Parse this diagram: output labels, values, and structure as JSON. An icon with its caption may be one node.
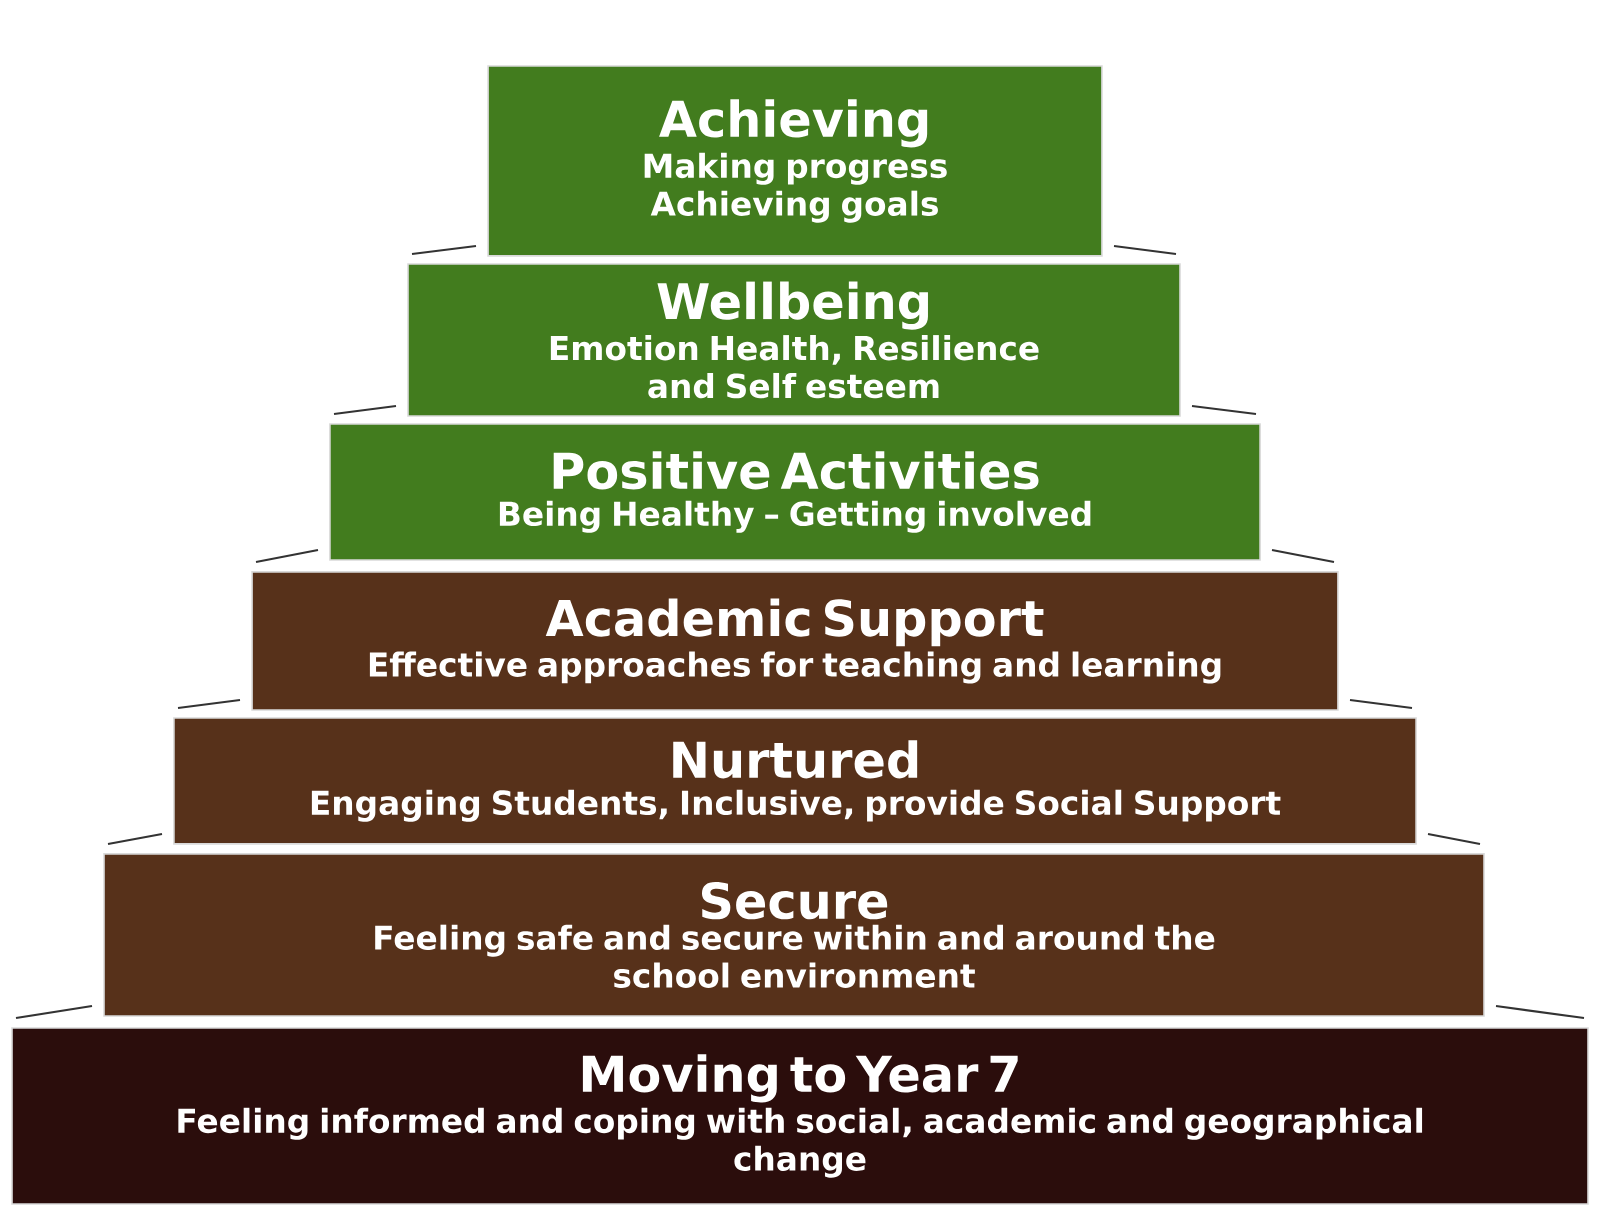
{
  "diagram": {
    "nodes": [
      {
        "text": [
          "Achieving",
          "Making progress Achieving goals"
        ]
      },
      {
        "text": [
          "Wellbeing",
          "Emotion Health, Resilience and Self esteem"
        ]
      },
      {
        "text": [
          "Positive Activities",
          "Being Healthy  – Getting involved"
        ]
      },
      {
        "text": [
          "Academic Support",
          "Effective approaches for teaching and learning"
        ]
      },
      {
        "text": [
          "Nurtured",
          "Engaging Students, Inclusive, provide Social Support"
        ]
      },
      {
        "text": [
          "Secure",
          "Feeling safe and secure within and around the school environment"
        ]
      },
      {
        "text": [
          "Moving to Year 7",
          "Feeling informed and coping with social, academic and geographical change"
        ]
      }
    ]
  }
}
